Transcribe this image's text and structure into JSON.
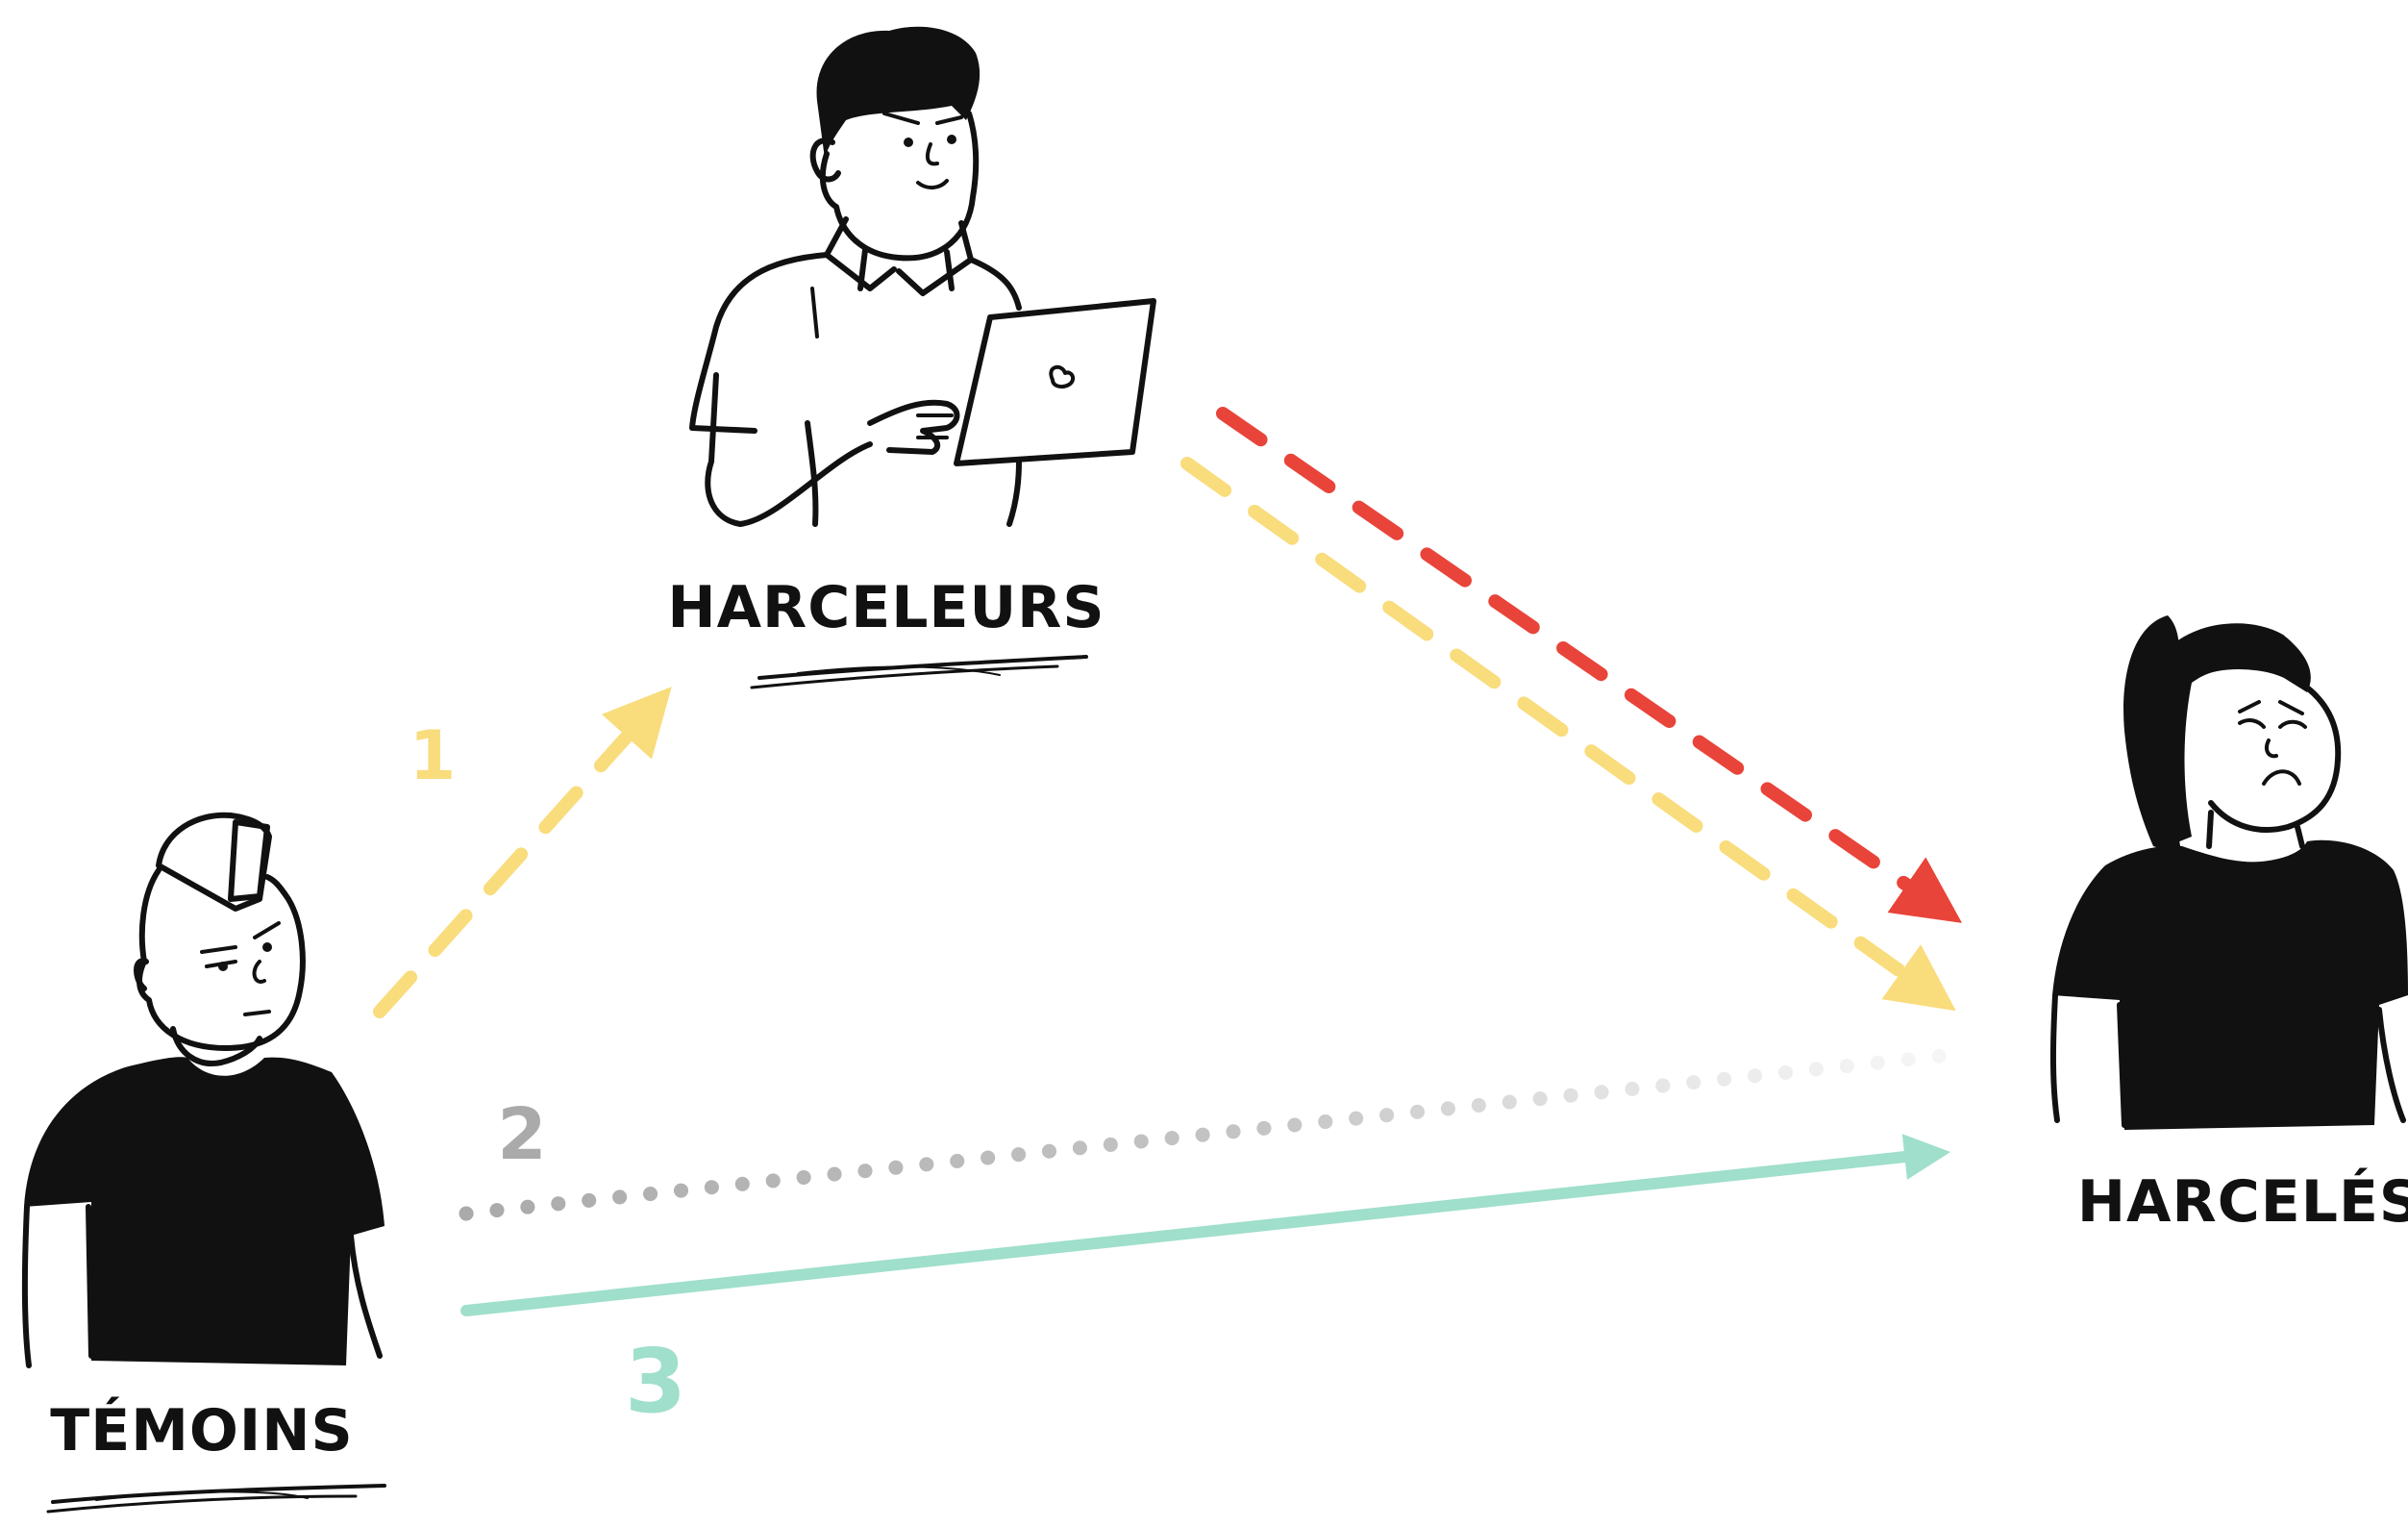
{
  "labels": {
    "harceleurs": "HARCELEURS",
    "temoins": "TÉMOINS",
    "harceles": "HARCELÉS"
  },
  "steps": {
    "one": "1",
    "two": "2",
    "three": "3"
  },
  "colors": {
    "yellow": "#F9DC7C",
    "red": "#E9443A",
    "gray": "#AAAAAA",
    "teal": "#9FDFCB",
    "ink": "#111111"
  },
  "icons": {
    "harceleurs": "man-with-laptop-illustration",
    "temoins": "mohawk-boy-illustration",
    "harceles": "sad-girl-illustration"
  }
}
